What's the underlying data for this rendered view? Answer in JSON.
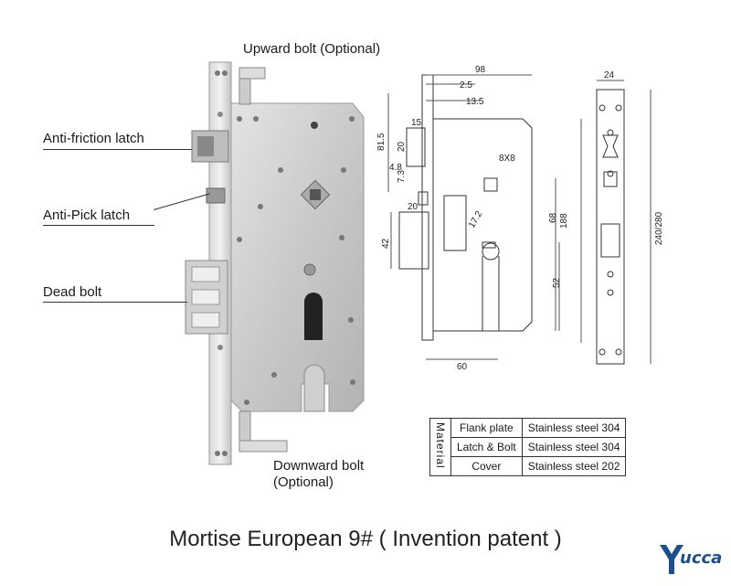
{
  "callouts": {
    "upward_bolt": "Upward bolt (Optional)",
    "anti_friction_latch": "Anti-friction latch",
    "anti_pick_latch": "Anti-Pick latch",
    "dead_bolt": "Dead bolt",
    "downward_bolt_line1": "Downward bolt",
    "downward_bolt_line2": "(Optional)"
  },
  "dimensions": {
    "width_total": "98",
    "d_2_5": "2.5",
    "d_13_5": "13.5",
    "d_81_5": "81.5",
    "d_15": "15",
    "d_20_top": "20",
    "d_8x8": "8X8",
    "d_4_8": "4.8",
    "d_7_3": "7.3",
    "d_20_mid": "20",
    "d_42": "42",
    "d_68": "68",
    "d_188": "188",
    "d_52": "52",
    "d_60": "60",
    "d_17_2": "17.2",
    "plate_width": "24",
    "plate_height": "240/280"
  },
  "material_table": {
    "header": "Material",
    "rows": [
      {
        "part": "Flank plate",
        "material": "Stainless steel 304"
      },
      {
        "part": "Latch & Bolt",
        "material": "Stainless steel 304"
      },
      {
        "part": "Cover",
        "material": "Stainless steel 202"
      }
    ]
  },
  "caption": "Mortise European 9# ( Invention patent )",
  "logo": {
    "text": "ucca",
    "mark": "Y",
    "color": "#1d4f8c"
  }
}
